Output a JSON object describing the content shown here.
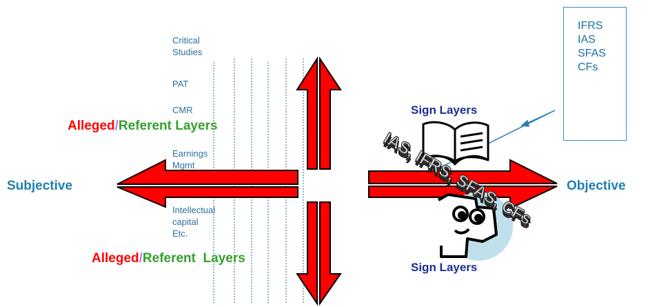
{
  "axis": {
    "left": "Subjective",
    "right": "Objective"
  },
  "alleged_layers": {
    "word1": "Alleged",
    "sep": "/",
    "word2": "Referent Layers",
    "word2_bottom": "Referent  Layers"
  },
  "research_areas": [
    {
      "lines": [
        "Critical",
        "Studies"
      ]
    },
    {
      "lines": [
        "PAT"
      ]
    },
    {
      "lines": [
        "CMR"
      ]
    },
    {
      "lines": [
        "Earnings",
        "Mgmt"
      ]
    },
    {
      "lines": [
        "Intellectual",
        "capital",
        "Etc."
      ]
    }
  ],
  "sign_layers": {
    "top": "Sign Layers",
    "bottom": "Sign Layers"
  },
  "standards_box": [
    "IFRS",
    "IAS",
    "SFAS",
    "CFs"
  ],
  "wordart": "IAS, IFRS, SFAS, CFs",
  "colors": {
    "arrow_fill": "#ff0000",
    "arrow_stroke": "#000000",
    "dotted_lines": "#1f6aa5",
    "subjective_objective": "#1d7fb2",
    "alleged": "#ff0000",
    "referent": "#33a02c",
    "sign_layers": "#1c2f93",
    "standards_box_border": "#2f8fc0",
    "face_circle": "#bfe0ea"
  },
  "icons": [
    "book-icon",
    "cartoon-face-icon",
    "up-arrow",
    "down-arrow",
    "left-arrow",
    "right-arrow"
  ]
}
